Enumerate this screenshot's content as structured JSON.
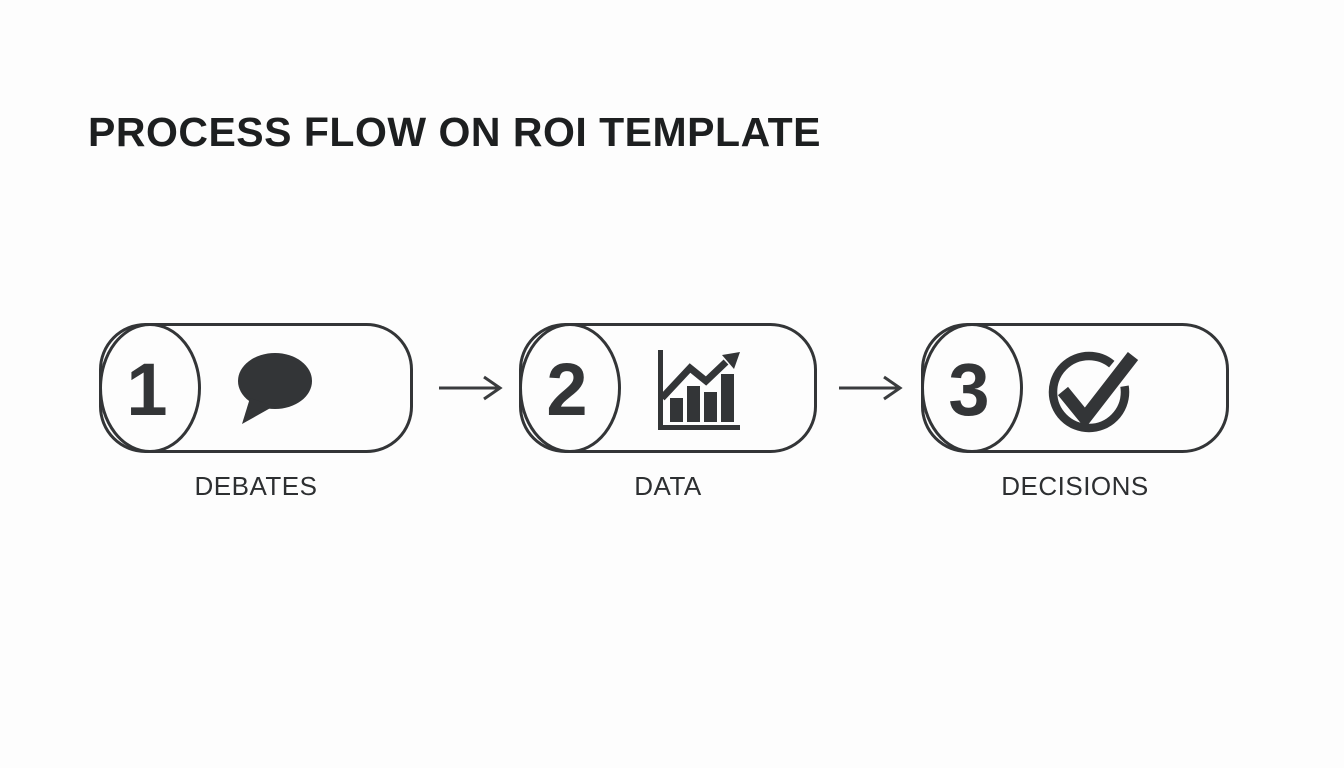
{
  "title": "PROCESS FLOW ON ROI TEMPLATE",
  "steps": [
    {
      "number": "1",
      "label": "DEBATES",
      "icon": "speech-bubble-icon"
    },
    {
      "number": "2",
      "label": "DATA",
      "icon": "bar-chart-icon"
    },
    {
      "number": "3",
      "label": "DECISIONS",
      "icon": "check-circle-icon"
    }
  ],
  "arrows": [
    {
      "icon": "arrow-right-icon"
    },
    {
      "icon": "arrow-right-icon"
    }
  ],
  "colors": {
    "ink": "#333537",
    "background": "#fdfdfd"
  }
}
